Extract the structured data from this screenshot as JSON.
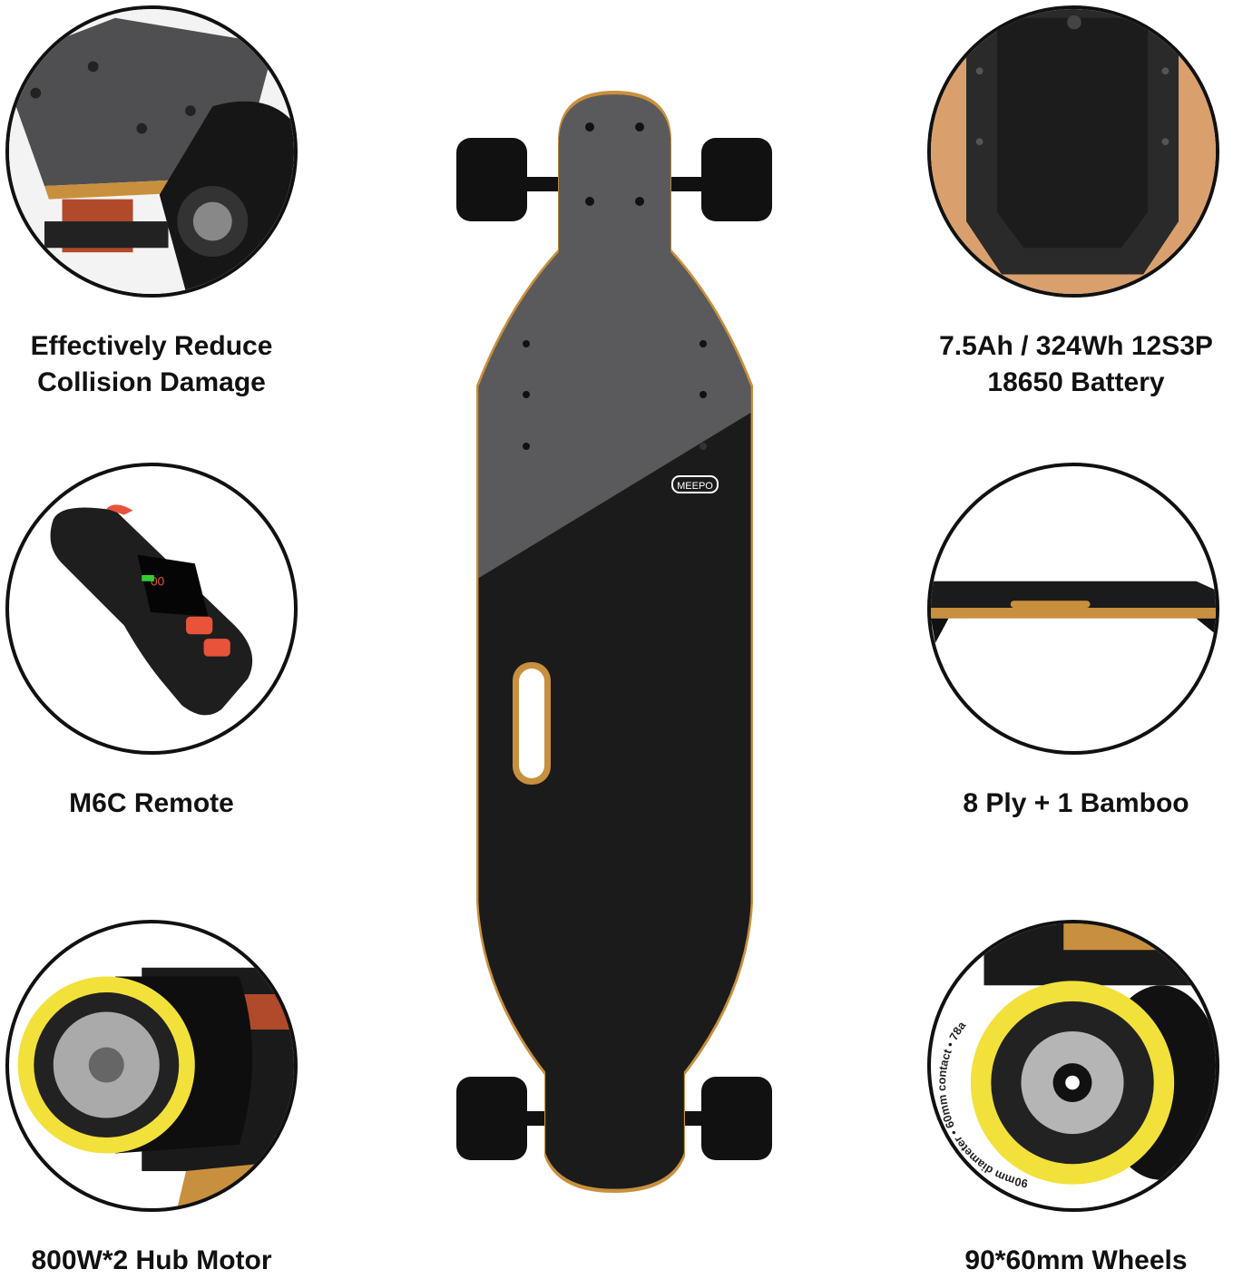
{
  "features": [
    {
      "lines": [
        "Effectively Reduce",
        "Collision Damage"
      ]
    },
    {
      "lines": [
        "M6C Remote"
      ]
    },
    {
      "lines": [
        "800W*2 Hub Motor"
      ]
    },
    {
      "lines": [
        "7.5Ah / 324Wh 12S3P",
        "18650 Battery"
      ]
    },
    {
      "lines": [
        "8 Ply + 1 Bamboo"
      ]
    },
    {
      "lines": [
        "90*60mm Wheels"
      ]
    }
  ],
  "board": {
    "logo": "MEEPO"
  },
  "wheel_print": "90mm diameter • 60mm contact • 78a",
  "colors": {
    "grip_grey": "#5a5a5c",
    "grip_black": "#1b1b1b",
    "bamboo": "#c8903e",
    "wheel_yellow": "#f2e13a",
    "remote_red": "#e8533a"
  }
}
